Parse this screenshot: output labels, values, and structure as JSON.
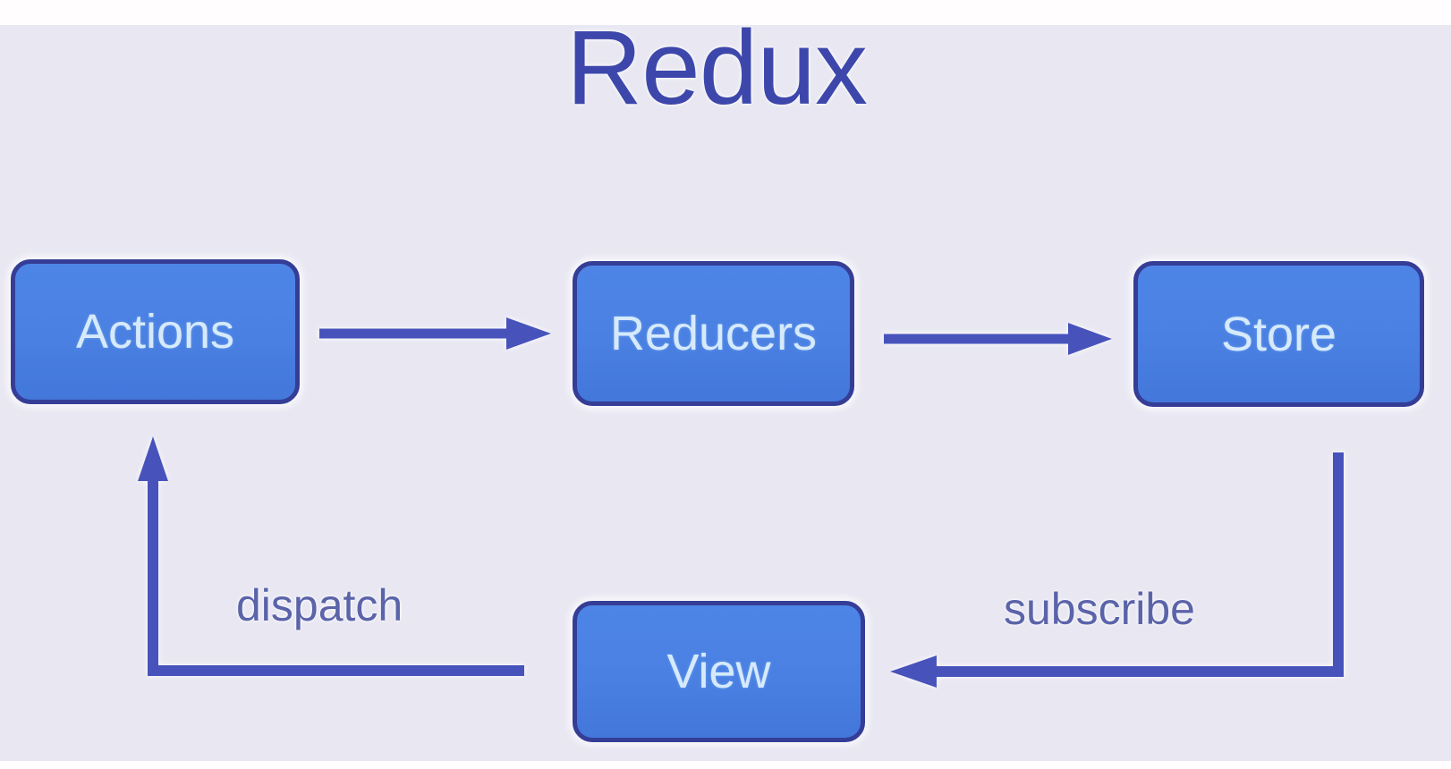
{
  "diagram": {
    "title": "Redux",
    "nodes": [
      {
        "id": "actions",
        "label": "Actions"
      },
      {
        "id": "reducers",
        "label": "Reducers"
      },
      {
        "id": "store",
        "label": "Store"
      },
      {
        "id": "view",
        "label": "View"
      }
    ],
    "edges": [
      {
        "from": "actions",
        "to": "reducers",
        "label": ""
      },
      {
        "from": "reducers",
        "to": "store",
        "label": ""
      },
      {
        "from": "store",
        "to": "view",
        "label": "subscribe"
      },
      {
        "from": "view",
        "to": "actions",
        "label": "dispatch"
      }
    ],
    "colors": {
      "background": "#e8e7f2",
      "strip": "#fffdfe",
      "node_fill": "#4a80e2",
      "node_border": "#353d96",
      "node_text": "#d6eafc",
      "arrow": "#4753bb",
      "title_text": "#3d47ab",
      "edge_label_text": "#5b63a9"
    }
  }
}
